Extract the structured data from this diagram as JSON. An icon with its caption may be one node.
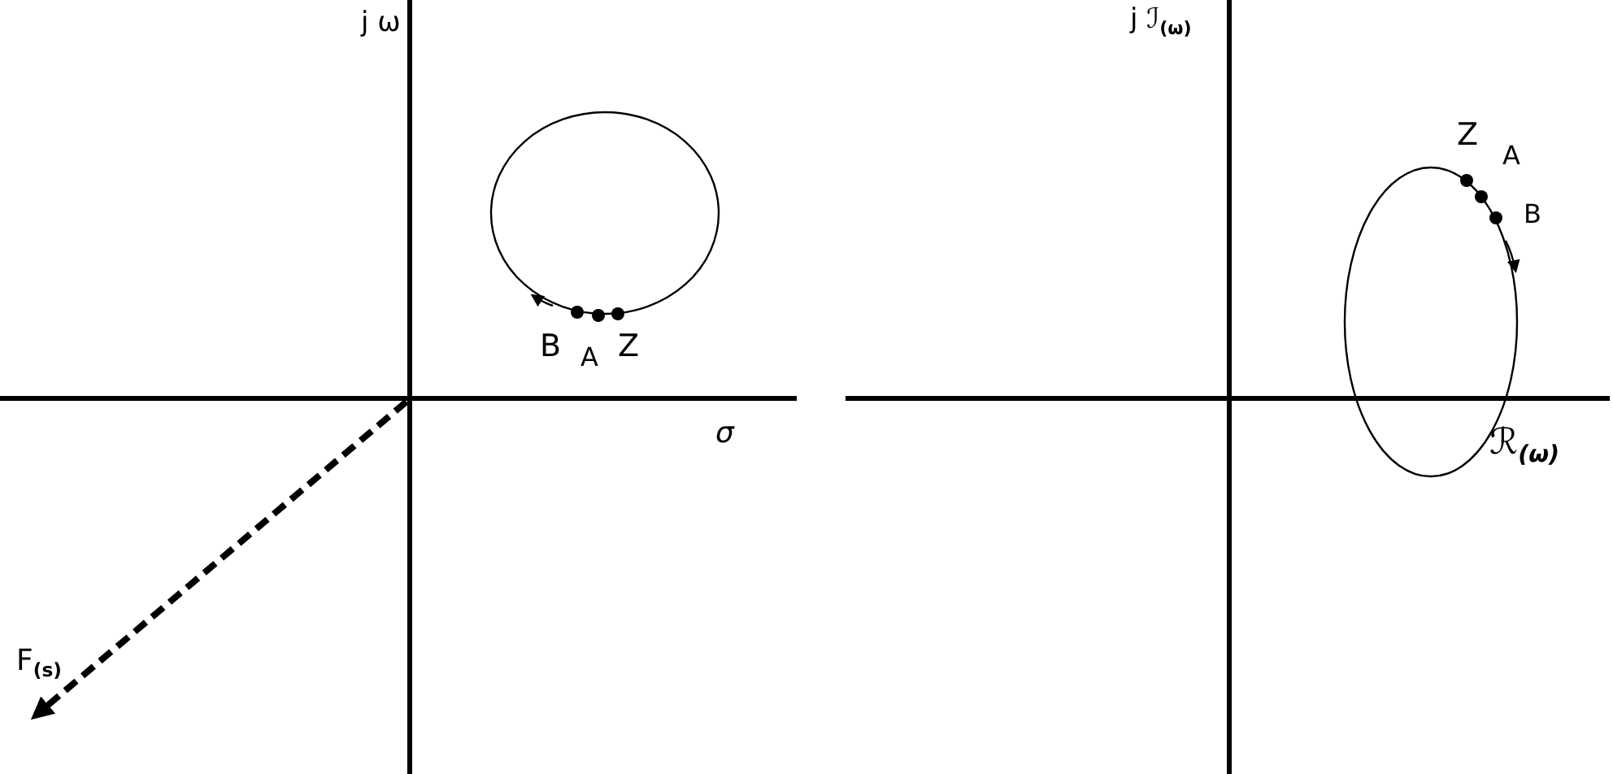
{
  "diagram": {
    "labels": [
      "j ω",
      "σ",
      "B",
      "A",
      "Z",
      "F$_{(s)}$",
      "j ℐ$_{(ω)}$",
      "Z",
      "A",
      "B",
      "ℛ$_{(ω)}$"
    ]
  }
}
